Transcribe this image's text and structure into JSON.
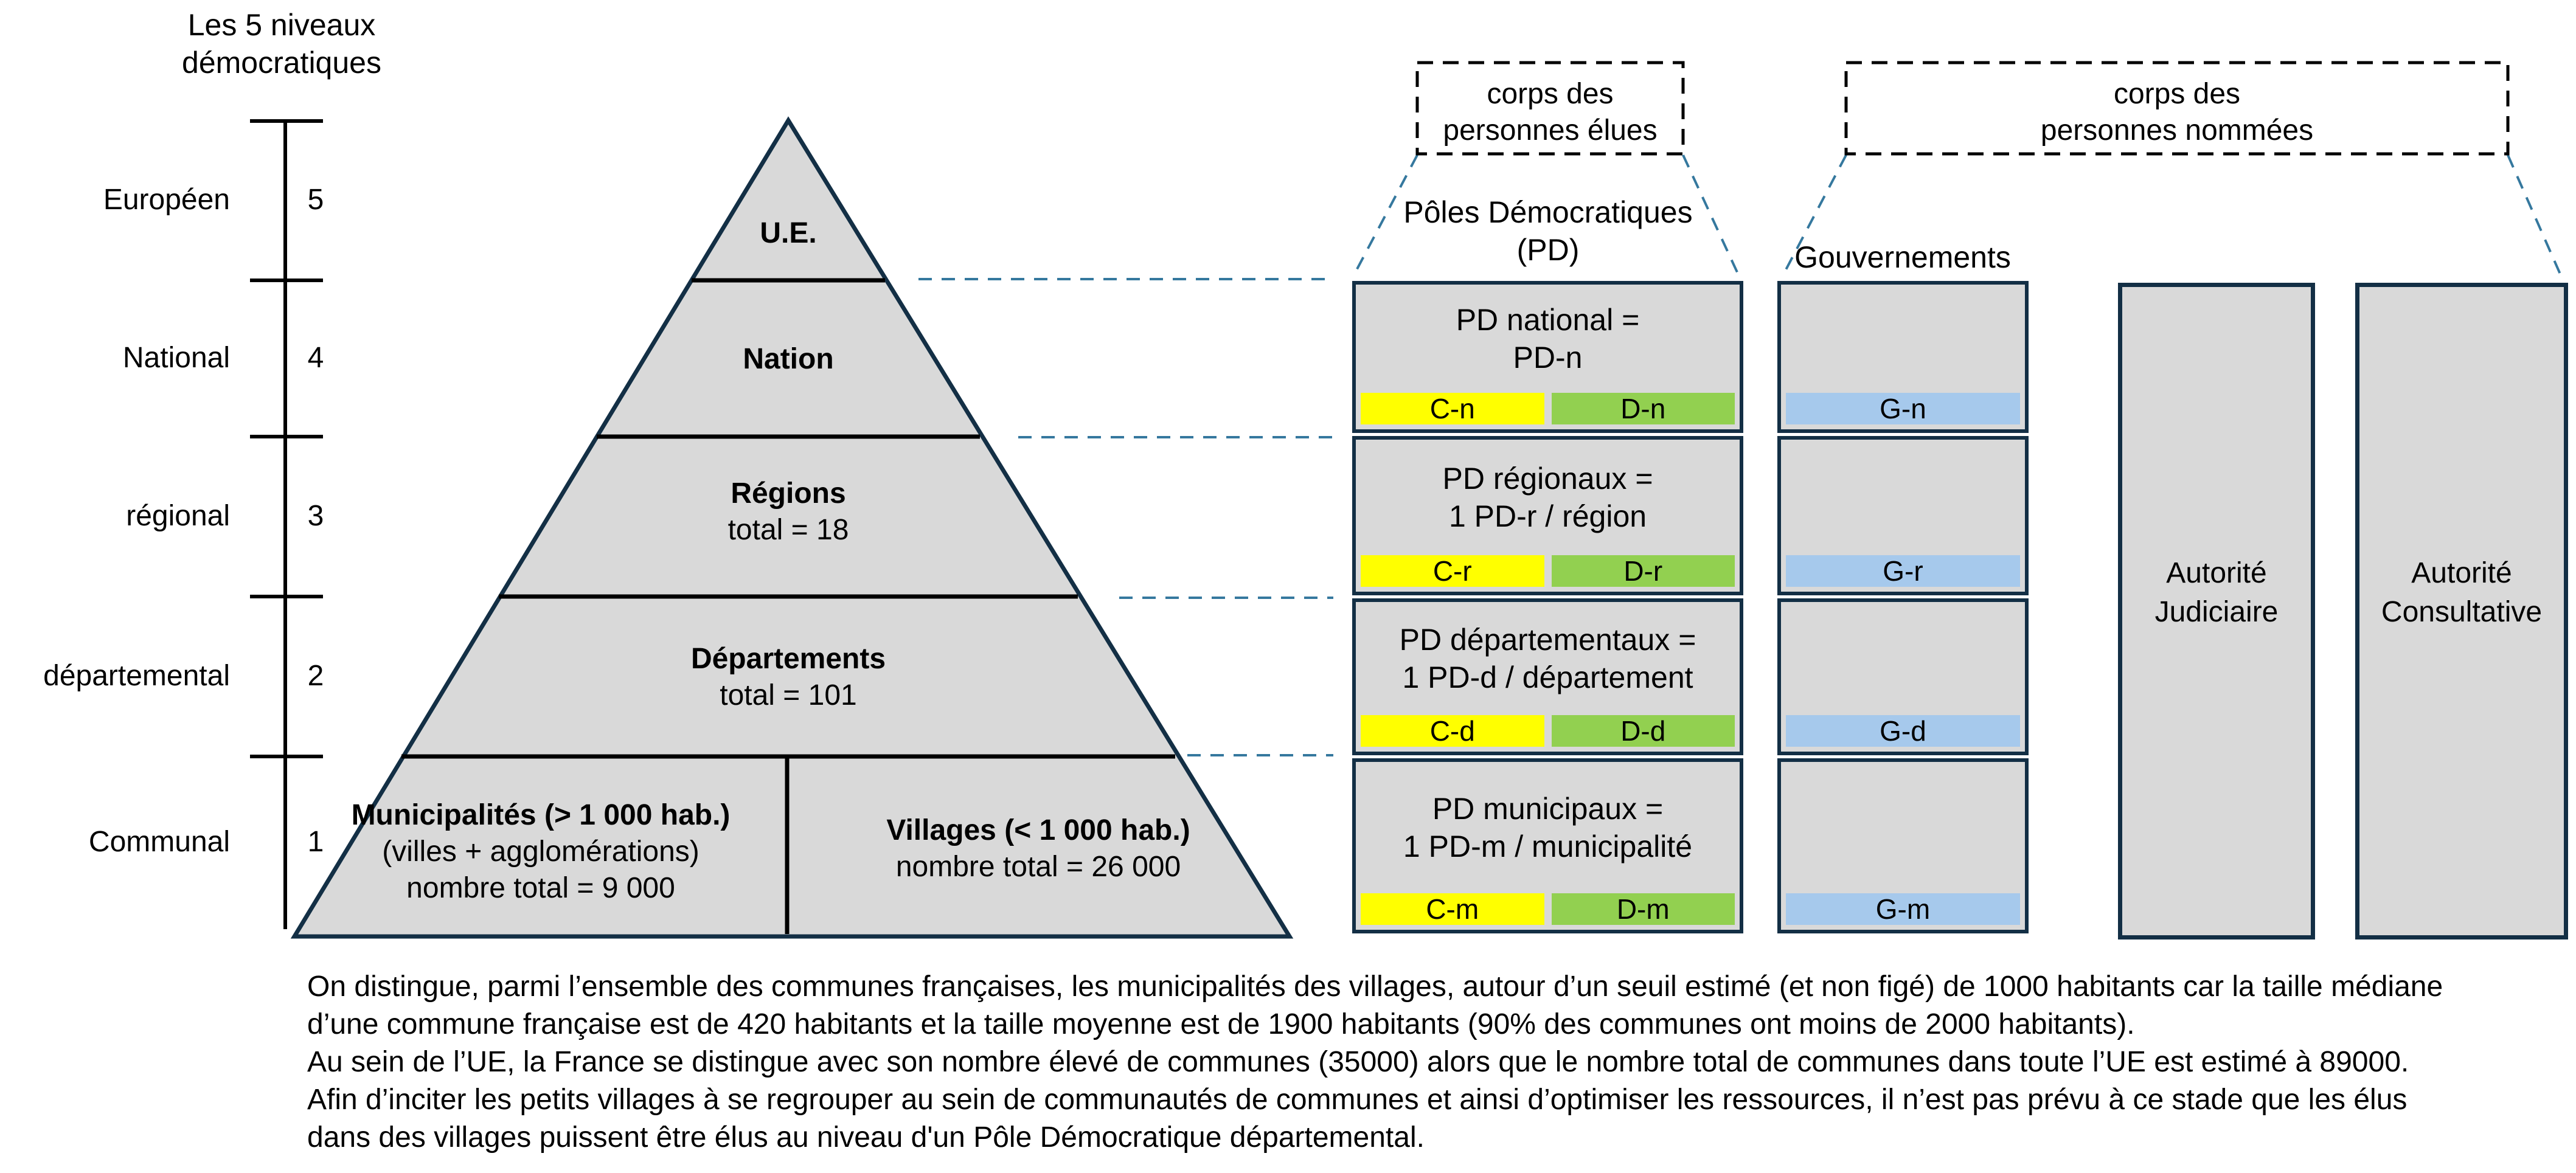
{
  "diagram_title_lines": [
    "Les 5 niveaux",
    "démocratiques"
  ],
  "axis": {
    "levels": [
      {
        "label": "Européen",
        "num": "5"
      },
      {
        "label": "National",
        "num": "4"
      },
      {
        "label": "régional",
        "num": "3"
      },
      {
        "label": "départemental",
        "num": "2"
      },
      {
        "label": "Communal",
        "num": "1"
      }
    ]
  },
  "pyramid": {
    "ue": "U.E.",
    "nation": "Nation",
    "regions_title": "Régions",
    "regions_total": "total = 18",
    "departements_title": "Départements",
    "departements_total": "total = 101",
    "municipalites_line1": "Municipalités (> 1 000 hab.)",
    "municipalites_line2": "(villes + agglomérations)",
    "municipalites_line3": "nombre total = 9 000",
    "villages_line1": "Villages (< 1 000 hab.)",
    "villages_line2": "nombre total = 26 000"
  },
  "elected_group": {
    "box_line1": "corps des",
    "box_line2": "personnes élues",
    "header_line1": "Pôles Démocratiques",
    "header_line2": "(PD)"
  },
  "appointed_group": {
    "box_line1": "corps des",
    "box_line2": "personnes nommées"
  },
  "pd_column": {
    "boxes": [
      {
        "line1": "PD national =",
        "line2": "PD-n",
        "c_label": "C-n",
        "d_label": "D-n"
      },
      {
        "line1": "PD régionaux =",
        "line2": "1 PD-r / région",
        "c_label": "C-r",
        "d_label": "D-r"
      },
      {
        "line1": "PD départementaux =",
        "line2": "1 PD-d / département",
        "c_label": "C-d",
        "d_label": "D-d"
      },
      {
        "line1": "PD municipaux =",
        "line2": "1 PD-m / municipalité",
        "c_label": "C-m",
        "d_label": "D-m"
      }
    ]
  },
  "gov_column": {
    "header": "Gouvernements",
    "boxes": [
      {
        "label": "G-n"
      },
      {
        "label": "G-r"
      },
      {
        "label": "G-d"
      },
      {
        "label": "G-m"
      }
    ]
  },
  "judicial_authority": {
    "line1": "Autorité",
    "line2": "Judiciaire"
  },
  "consultative_authority": {
    "line1": "Autorité",
    "line2": "Consultative"
  },
  "footnote_lines": [
    "On distingue, parmi l’ensemble des communes françaises, les municipalités des villages, autour d’un seuil estimé (et non figé) de 1000 habitants car la taille médiane",
    "d’une commune française est de 420 habitants et la taille moyenne est de 1900 habitants (90% des communes ont moins de 2000 habitants).",
    "Au sein de l’UE, la France se distingue avec son nombre élevé de communes (35000) alors que le nombre total de communes dans toute l’UE est estimé à 89000.",
    "Afin d’inciter les petits villages à se regrouper au sein de communautés de communes et ainsi d’optimiser les ressources, il n’est pas prévu à ce stade que les élus",
    "dans des villages puissent être élus au niveau d'un Pôle Démocratique départemental."
  ],
  "colors": {
    "panel_gray": "#D9D9D9",
    "border_navy": "#132F45",
    "yellow": "#FFFF00",
    "green": "#92D050",
    "light_blue": "#A6C9EC",
    "dashed_blue": "#35789E",
    "line_black": "#000000"
  }
}
